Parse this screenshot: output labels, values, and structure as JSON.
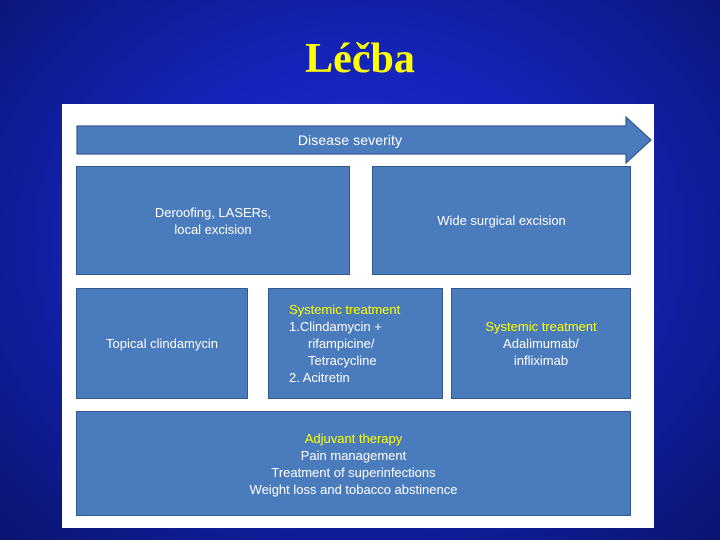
{
  "slide": {
    "title": "Léčba"
  },
  "diagram": {
    "severity_arrow": {
      "label": "Disease severity"
    },
    "surgical_row": [
      {
        "lines": [
          "Deroofing, LASERs,",
          "local excision"
        ]
      },
      {
        "lines": [
          "Wide surgical excision"
        ]
      }
    ],
    "medical_row": {
      "topical": {
        "lines": [
          "Topical clindamycin"
        ]
      },
      "systemic_1": {
        "heading": "Systemic treatment",
        "item1": "1.Clindamycin +",
        "item1_cont": [
          "rifampicine/",
          "Tetracycline"
        ],
        "item2": "2. Acitretin"
      },
      "systemic_2": {
        "heading": "Systemic treatment",
        "lines": [
          "Adalimumab/",
          "infliximab"
        ]
      }
    },
    "adjuvant": {
      "heading": "Adjuvant therapy",
      "lines": [
        "Pain management",
        "Treatment of superinfections",
        "Weight loss and tobacco abstinence"
      ]
    }
  },
  "colors": {
    "background": "#1424b8",
    "title": "#ffff00",
    "box_fill": "#4a7bbd",
    "box_text": "#ffffff",
    "highlight_text": "#ffff00"
  }
}
